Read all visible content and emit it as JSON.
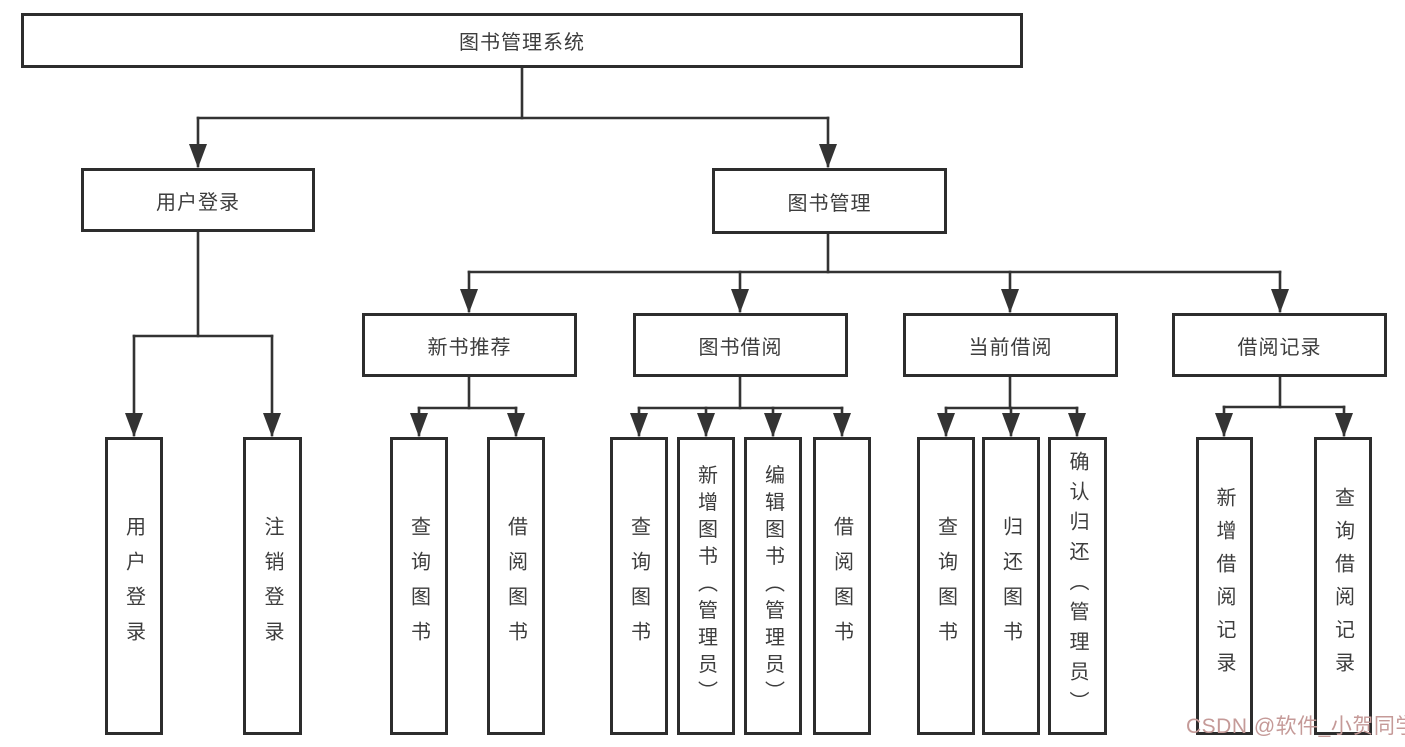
{
  "tree": {
    "root": {
      "label": "图书管理系统"
    },
    "branches": [
      {
        "label": "用户登录",
        "leaves": [
          {
            "label": "用户登录"
          },
          {
            "label": "注销登录"
          }
        ]
      },
      {
        "label": "图书管理",
        "groups": [
          {
            "label": "新书推荐",
            "leaves": [
              {
                "label": "查询图书"
              },
              {
                "label": "借阅图书"
              }
            ]
          },
          {
            "label": "图书借阅",
            "leaves": [
              {
                "label": "查询图书"
              },
              {
                "label": "新增图书（管理员）"
              },
              {
                "label": "编辑图书（管理员）"
              },
              {
                "label": "借阅图书"
              }
            ]
          },
          {
            "label": "当前借阅",
            "leaves": [
              {
                "label": "查询图书"
              },
              {
                "label": "归还图书"
              },
              {
                "label": "确认归还（管理员）"
              }
            ]
          },
          {
            "label": "借阅记录",
            "leaves": [
              {
                "label": "新增借阅记录"
              },
              {
                "label": "查询借阅记录"
              }
            ]
          }
        ]
      }
    ]
  },
  "watermark": {
    "text": "CSDN @软件_小贺同学"
  },
  "colors": {
    "line": "#333333",
    "box_border": "#2d2d2d",
    "box_fill": "#ffffff",
    "text": "#3d3d3d",
    "watermark": "#c59a98",
    "background": "#ffffff"
  }
}
